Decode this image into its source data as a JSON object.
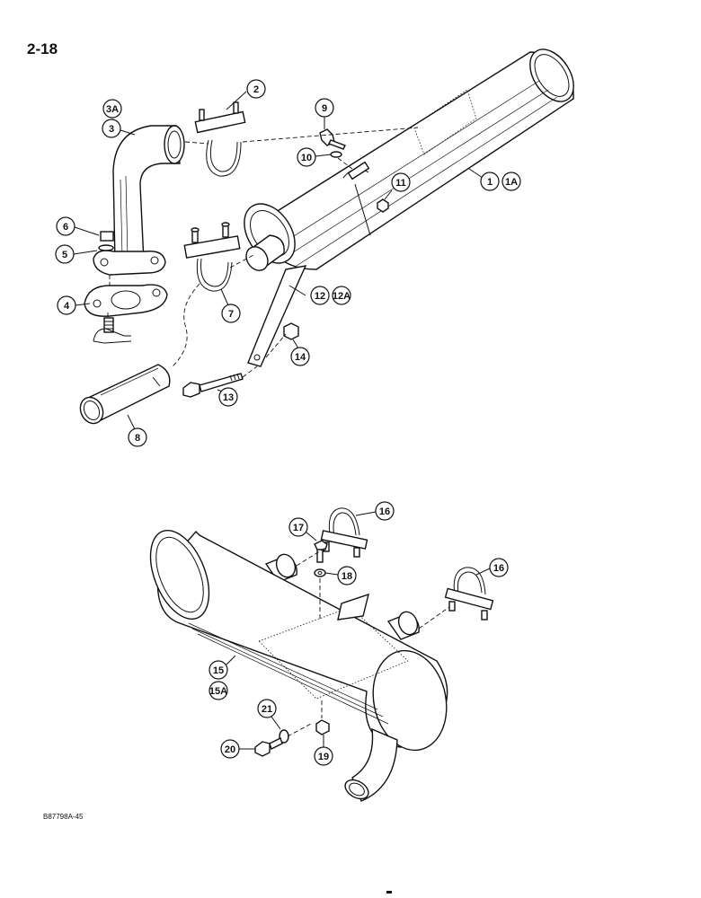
{
  "page": {
    "number": "2-18",
    "figure_code": "B87798A-45"
  },
  "callouts": {
    "c1": "1",
    "c1a": "1A",
    "c2": "2",
    "c3": "3",
    "c3a": "3A",
    "c4": "4",
    "c5": "5",
    "c6": "6",
    "c7": "7",
    "c8": "8",
    "c9": "9",
    "c10": "10",
    "c11": "11",
    "c12": "12",
    "c12a": "12A",
    "c13": "13",
    "c14": "14",
    "c15": "15",
    "c15a": "15A",
    "c16a": "16",
    "c16b": "16",
    "c17": "17",
    "c18": "18",
    "c19": "19",
    "c20": "20",
    "c21": "21"
  }
}
